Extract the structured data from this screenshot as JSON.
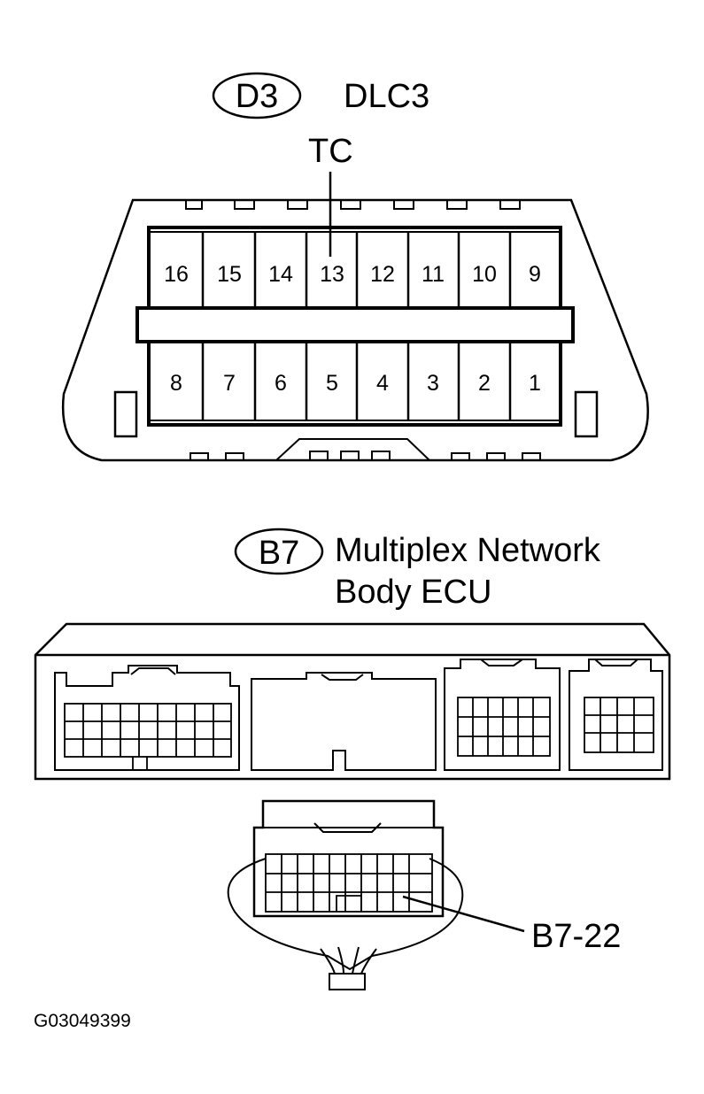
{
  "dlc3": {
    "badge": "D3",
    "name": "DLC3",
    "terminal_label": "TC",
    "top_row_pins": [
      "16",
      "15",
      "14",
      "13",
      "12",
      "11",
      "10",
      "9"
    ],
    "bottom_row_pins": [
      "8",
      "7",
      "6",
      "5",
      "4",
      "3",
      "2",
      "1"
    ]
  },
  "ecu": {
    "badge": "B7",
    "name_line1": "Multiplex Network",
    "name_line2": "Body ECU",
    "terminal_label": "B7-22"
  },
  "figure_code": "G03049399"
}
